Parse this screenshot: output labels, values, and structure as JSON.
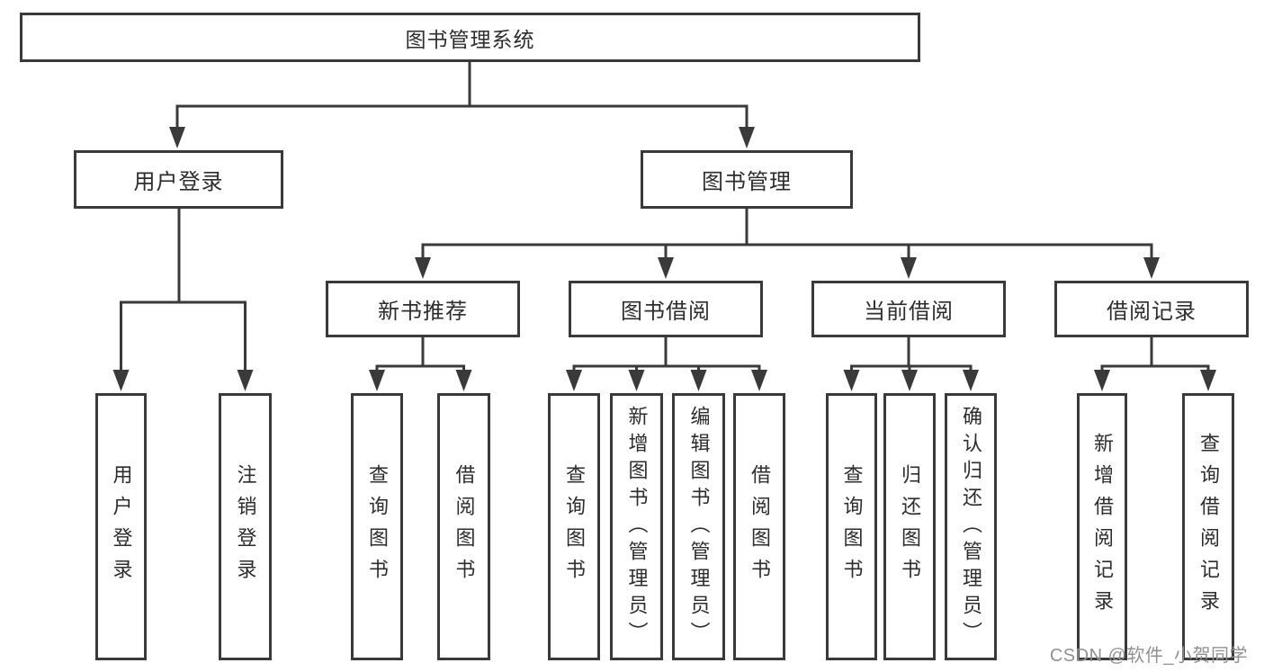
{
  "colors": {
    "line": "#3a3a3a",
    "box_border": "#3a3a3a",
    "text": "#2d2d2d",
    "watermark": "#919191",
    "background": "#ffffff"
  },
  "watermark": "CSDN @软件_小贺同学",
  "tree": {
    "root": "图书管理系统",
    "children": [
      {
        "label": "用户登录",
        "children": [
          {
            "label": "用户登录"
          },
          {
            "label": "注销登录"
          }
        ]
      },
      {
        "label": "图书管理",
        "children": [
          {
            "label": "新书推荐",
            "children": [
              {
                "label": "查询图书"
              },
              {
                "label": "借阅图书"
              }
            ]
          },
          {
            "label": "图书借阅",
            "children": [
              {
                "label": "查询图书"
              },
              {
                "label": "新增图书（管理员）"
              },
              {
                "label": "编辑图书（管理员）"
              },
              {
                "label": "借阅图书"
              }
            ]
          },
          {
            "label": "当前借阅",
            "children": [
              {
                "label": "查询图书"
              },
              {
                "label": "归还图书"
              },
              {
                "label": "确认归还（管理员）"
              }
            ]
          },
          {
            "label": "借阅记录",
            "children": [
              {
                "label": "新增借阅记录"
              },
              {
                "label": "查询借阅记录"
              }
            ]
          }
        ]
      }
    ]
  }
}
